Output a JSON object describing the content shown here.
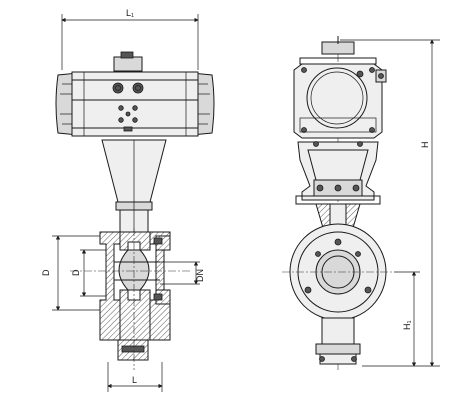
{
  "labels": {
    "side_length_top": "L₁",
    "side_length_bottom": "L",
    "bore_outer": "D",
    "bore_inner": "D",
    "nominal_diameter": "DN",
    "total_height": "H",
    "lower_height": "H₁"
  }
}
